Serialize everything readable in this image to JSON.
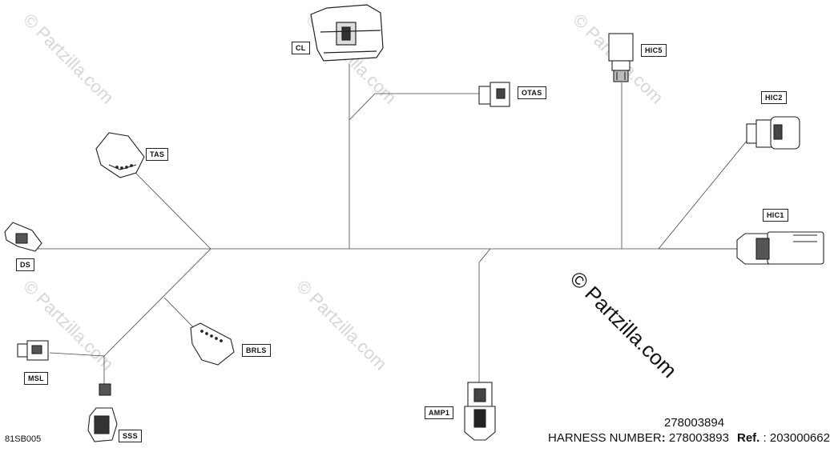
{
  "watermark_small": "© Partzilla.com",
  "watermark_large": "© Partzilla.com",
  "labels": {
    "cl": "CL",
    "otas": "OTAS",
    "hic5": "HIC5",
    "hic2": "HIC2",
    "hic1": "HIC1",
    "tas": "TAS",
    "ds": "DS",
    "brls": "BRLS",
    "msl": "MSL",
    "sss": "SSS",
    "amp1": "AMP1"
  },
  "diagram_code": "81SB005",
  "harness_number_label": "HARNESS NUMBER",
  "harness_numbers": [
    "278003894",
    "278003893"
  ],
  "ref_label": "Ref.",
  "ref_number": "203000662"
}
